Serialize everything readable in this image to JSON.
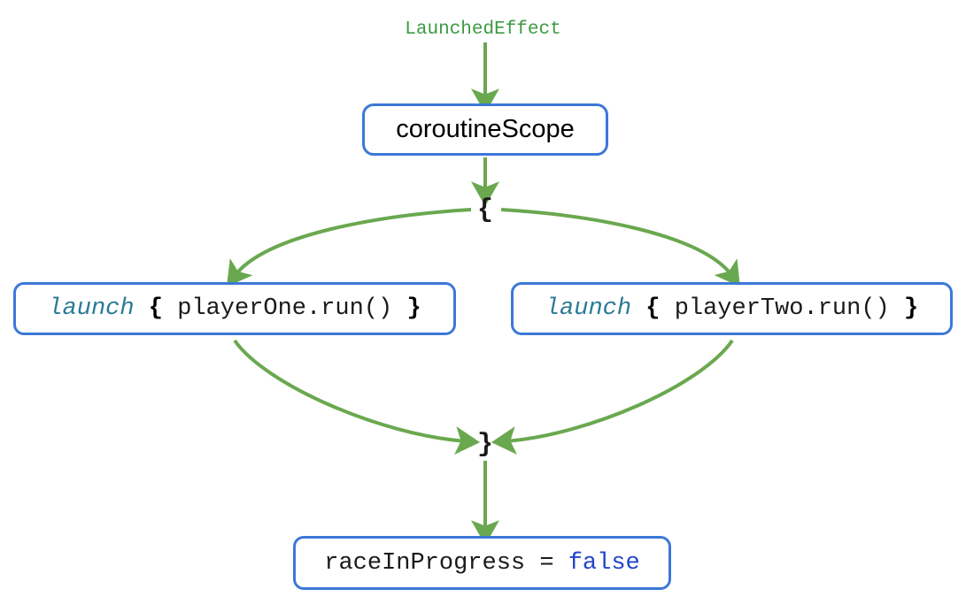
{
  "diagram": {
    "title": "LaunchedEffect",
    "colors": {
      "edge_green": "#6aa84f",
      "box_border_blue": "#3c78d8",
      "caption_green": "#3c9a43",
      "keyword_teal": "#2a7a96",
      "literal_blue": "#2244cc",
      "text_black": "#1a1a1a",
      "background": "#ffffff"
    },
    "nodes": {
      "coroutine_scope": {
        "label": "coroutineScope"
      },
      "junction_open": {
        "label": "{"
      },
      "junction_close": {
        "label": "}"
      },
      "launch_one": {
        "keyword": "launch",
        "brace_open": "{",
        "body": "playerOne.run()",
        "brace_close": "}"
      },
      "launch_two": {
        "keyword": "launch",
        "brace_open": "{",
        "body": "playerTwo.run()",
        "brace_close": "}"
      },
      "race_flag": {
        "variable": "raceInProgress",
        "operator": "=",
        "value": "false"
      }
    }
  }
}
